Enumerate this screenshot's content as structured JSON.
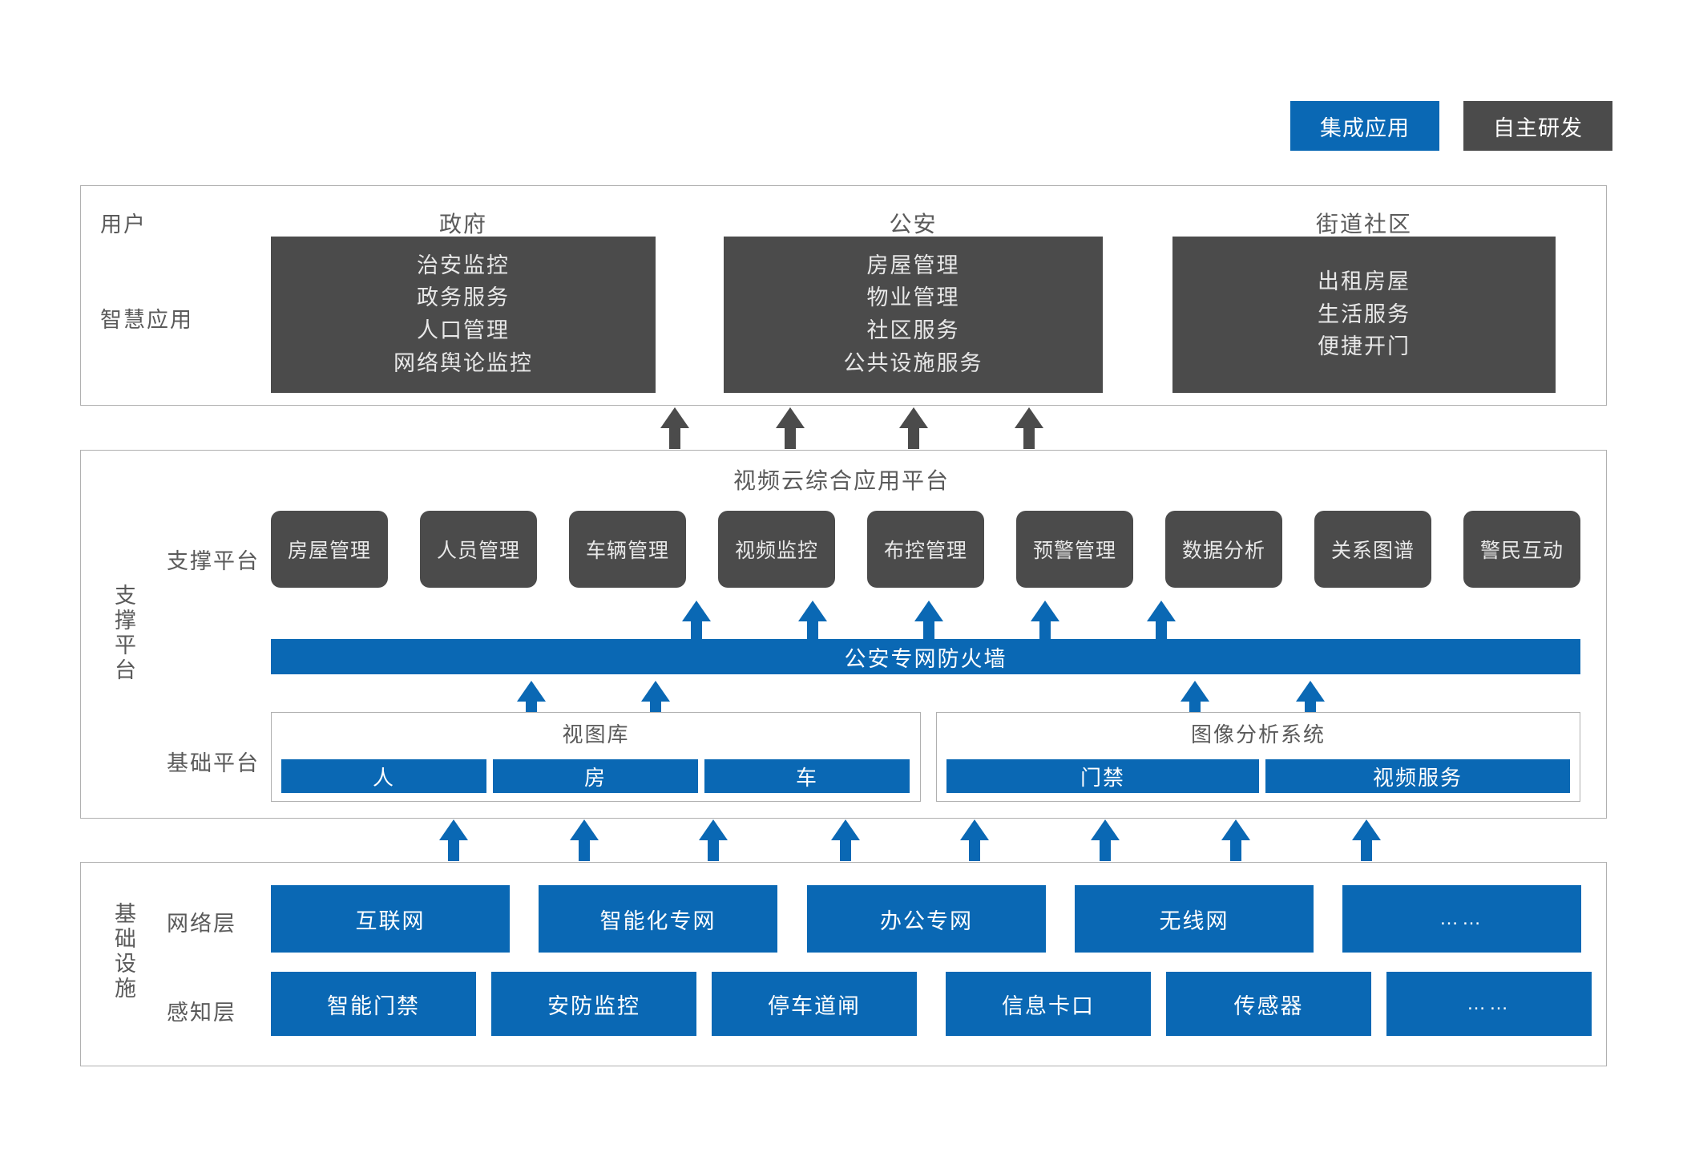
{
  "legend": [
    {
      "label": "集成应用",
      "color": "#0a68b4",
      "name": "legend-integrated-application"
    },
    {
      "label": "自主研发",
      "color": "#4b4b4b",
      "name": "legend-self-developed"
    }
  ],
  "applications": {
    "row_labels": {
      "user": "用户",
      "smart_app": "智慧应用"
    },
    "columns": [
      {
        "title": "政府",
        "items": [
          "治安监控",
          "政务服务",
          "人口管理",
          "网络舆论监控"
        ]
      },
      {
        "title": "公安",
        "items": [
          "房屋管理",
          "物业管理",
          "社区服务",
          "公共设施服务"
        ]
      },
      {
        "title": "街道社区",
        "items": [
          "出租房屋",
          "生活服务",
          "便捷开门"
        ]
      }
    ]
  },
  "platform": {
    "section_label": "支撑平台",
    "title": "视频云综合应用平台",
    "support_row_label": "支撑平台",
    "support_tiles": [
      "房屋管理",
      "人员管理",
      "车辆管理",
      "视频监控",
      "布控管理",
      "预警管理",
      "数据分析",
      "关系图谱",
      "警民互动"
    ],
    "firewall": "公安专网防火墙",
    "base_row_label": "基础平台",
    "base_groups": [
      {
        "title": "视图库",
        "items": [
          "人",
          "房",
          "车"
        ]
      },
      {
        "title": "图像分析系统",
        "items": [
          "门禁",
          "视频服务"
        ]
      }
    ]
  },
  "infrastructure": {
    "section_label": "基础设施",
    "network_row_label": "网络层",
    "network_items": [
      "互联网",
      "智能化专网",
      "办公专网",
      "无线网",
      "……"
    ],
    "perception_row_label": "感知层",
    "perception_items": [
      "智能门禁",
      "安防监控",
      "停车道闸",
      "信息卡口",
      "传感器",
      "……"
    ]
  },
  "colors": {
    "blue": "#0a68b4",
    "dark": "#4b4b4b",
    "border": "#b0b0b0",
    "label": "#5a5a5a"
  }
}
